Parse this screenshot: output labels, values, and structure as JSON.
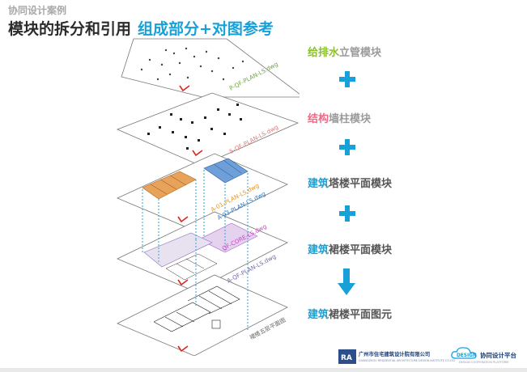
{
  "header": {
    "section": "协同设计案例",
    "title_main": "模块的拆分和引用",
    "title_highlight": "组成部分+对图参考"
  },
  "layers": [
    {
      "file": "P-QF-PLAN-LS.dwg",
      "color": "#6aa83a"
    },
    {
      "file": "S-QF-PLAN-LS.dwg",
      "color": "#e0787a"
    },
    {
      "file": "A-01-PLAN-LS.dwg",
      "color": "#e6951e"
    },
    {
      "file": "A-03-PLAN-LS.dwg",
      "color": "#2e78c8"
    },
    {
      "file": "QF-CORE-LS.dwg",
      "color": "#c946c9"
    },
    {
      "file": "A-QF-PLAN-LS.dwg",
      "color": "#7a62b0"
    },
    {
      "file": "裙楼五层平面图",
      "color": "#666666"
    }
  ],
  "modules": [
    {
      "accent": "给排水",
      "rest": "立管模块",
      "accent_color": "#8cbf2f",
      "rest_color": "#9b9b9b"
    },
    {
      "accent": "结构",
      "rest": "墙柱模块",
      "accent_color": "#ec6a86",
      "rest_color": "#9b9b9b"
    },
    {
      "accent": "建筑",
      "rest": "塔楼平面模块",
      "accent_color": "#18a0d8",
      "rest_color": "#555555"
    },
    {
      "accent": "建筑",
      "rest": "裙楼平面模块",
      "accent_color": "#18a0d8",
      "rest_color": "#555555"
    },
    {
      "accent": "建筑",
      "rest": "裙楼平面图元",
      "accent_color": "#18a0d8",
      "rest_color": "#555555"
    }
  ],
  "footer": {
    "org_name": "广州市住宅建筑设计院有限公司",
    "org_english": "GUANGZHOU RESIDENTIAL ARCHITECTURE DESIGN INSTITUTE CO.LTD",
    "logo_text": "RA",
    "platform_logo": "DESIGN",
    "platform_name": "协同设计平台",
    "platform_english": "DESIGN COOPERATION PLATFORM"
  },
  "icons": [
    "plus-icon",
    "plus-icon",
    "plus-icon",
    "down-arrow-icon",
    "building-logo-icon",
    "cloud-logo-icon"
  ]
}
